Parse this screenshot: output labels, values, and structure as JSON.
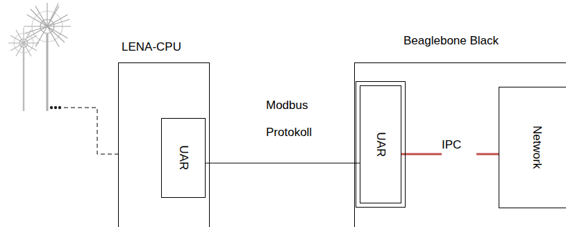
{
  "diagram": {
    "nodes": [
      {
        "text": [
          "LENA-CPU"
        ]
      },
      {
        "text": [
          "UAR"
        ],
        "in": 0
      },
      {
        "text": [
          "Beaglebone Black"
        ]
      },
      {
        "text": [
          "UAR"
        ],
        "in": 2
      },
      {
        "text": [
          "Network"
        ],
        "in": 2
      }
    ],
    "edges": [
      {
        "from": 1,
        "to": 3,
        "arrow": "none",
        "label": "Modbus Protokoll"
      },
      {
        "from": 3,
        "to": 4,
        "arrow": "none",
        "label": "IPC"
      }
    ]
  }
}
